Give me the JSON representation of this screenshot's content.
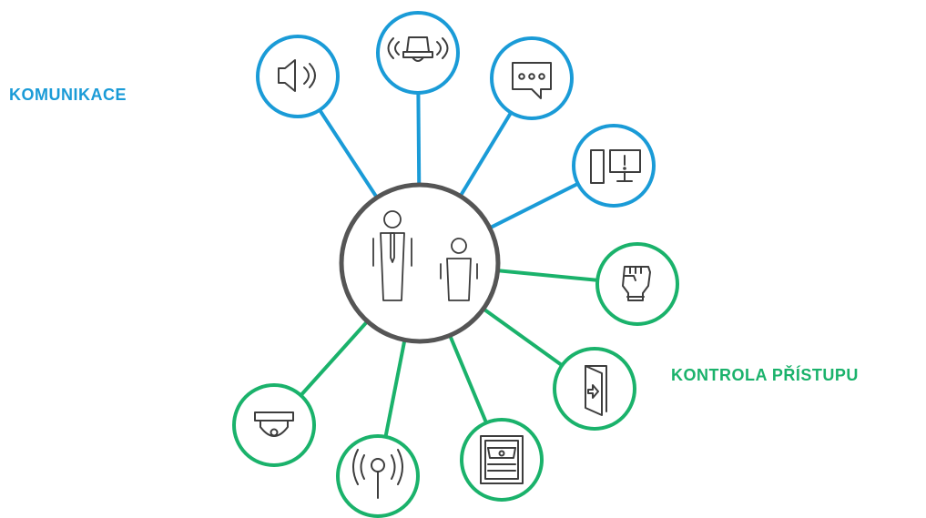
{
  "labels": {
    "communication": "KOMUNIKACE",
    "access_control": "KONTROLA PŘÍSTUPU"
  },
  "colors": {
    "communication": "#1a9bd7",
    "access_control": "#1ab26b",
    "center": "#555555",
    "icon": "#3d3d3d",
    "background": "#ffffff"
  },
  "center_node": {
    "icon": "people-icon"
  },
  "nodes": [
    {
      "icon": "speaker-icon",
      "group": "communication"
    },
    {
      "icon": "bell-alarm-icon",
      "group": "communication"
    },
    {
      "icon": "chat-bubble-icon",
      "group": "communication"
    },
    {
      "icon": "intercom-monitor-icon",
      "group": "communication"
    },
    {
      "icon": "fist-icon",
      "group": "access_control"
    },
    {
      "icon": "door-exit-icon",
      "group": "access_control"
    },
    {
      "icon": "safe-box-icon",
      "group": "access_control"
    },
    {
      "icon": "antenna-icon",
      "group": "access_control"
    },
    {
      "icon": "dome-camera-icon",
      "group": "access_control"
    }
  ]
}
